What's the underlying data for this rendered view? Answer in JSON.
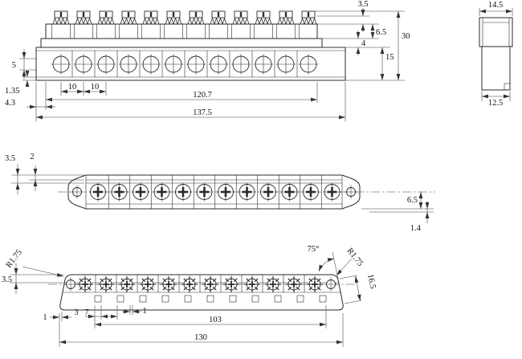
{
  "front_view": {
    "dims": {
      "screw_height": "3.5",
      "upper_height": "6.5",
      "overall_height": "30",
      "step_height": "4",
      "body_height": "15",
      "terminal_band": "5",
      "bottom_lip": "1.35",
      "pitch_a": "10",
      "pitch_b": "10",
      "upper_width": "120.7",
      "left_offset": "4.3",
      "overall_width": "137.5"
    }
  },
  "side_view": {
    "dims": {
      "top_width": "14.5",
      "bottom_width": "12.5"
    }
  },
  "plan_view": {
    "dims": {
      "wall": "3.5",
      "inner_wall": "2",
      "half_depth": "6.5",
      "lip": "1.4"
    }
  },
  "bottom_view": {
    "dims": {
      "corner_radius_left": "R1.75",
      "end_angle": "75°",
      "corner_radius_right": "R1.75",
      "end_length": "16.5",
      "wall": "3.5",
      "edge_gap": "1",
      "slot_width": "3",
      "slot_gap": "7",
      "inner_gap": "1",
      "slot_span": "103",
      "overall_width": "130"
    }
  },
  "meta": {
    "terminal_count": 12,
    "slot_count": 11,
    "line_color": "#2b2b2b",
    "background": "#ffffff"
  }
}
